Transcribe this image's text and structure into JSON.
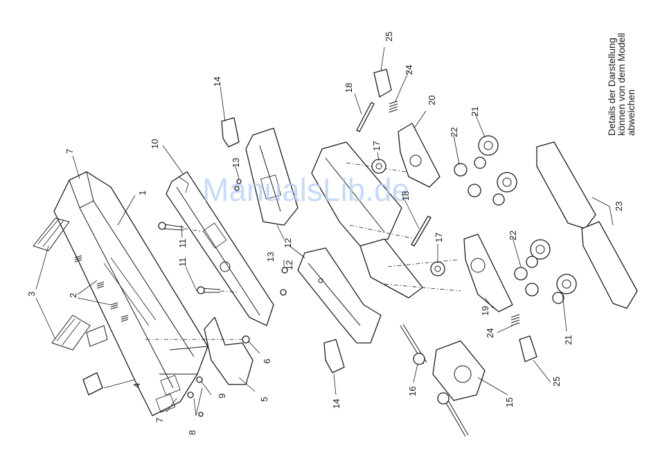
{
  "watermark": "ManualsLib.de",
  "note": {
    "lines": [
      "Details der Darstellung",
      "können von dem Modell",
      "abweichen"
    ]
  },
  "callouts": {
    "c1": "1",
    "c2": "2",
    "c3": "3",
    "c4": "4",
    "c5": "5",
    "c6": "6",
    "c7a": "7",
    "c7b": "7",
    "c8": "8",
    "c9": "9",
    "c10": "10",
    "c11": "11",
    "c12a": "12",
    "c12b": "12",
    "c13a": "13",
    "c13b": "13",
    "c14a": "14",
    "c14b": "14",
    "c15": "15",
    "c16": "16",
    "c17a": "17",
    "c17b": "17",
    "c18a": "18",
    "c18b": "18",
    "c19": "19",
    "c20": "20",
    "c21a": "21",
    "c21b": "21",
    "c22a": "22",
    "c22b": "22",
    "c23": "23",
    "c24a": "24",
    "c24b": "24",
    "c25a": "25",
    "c25b": "25"
  }
}
